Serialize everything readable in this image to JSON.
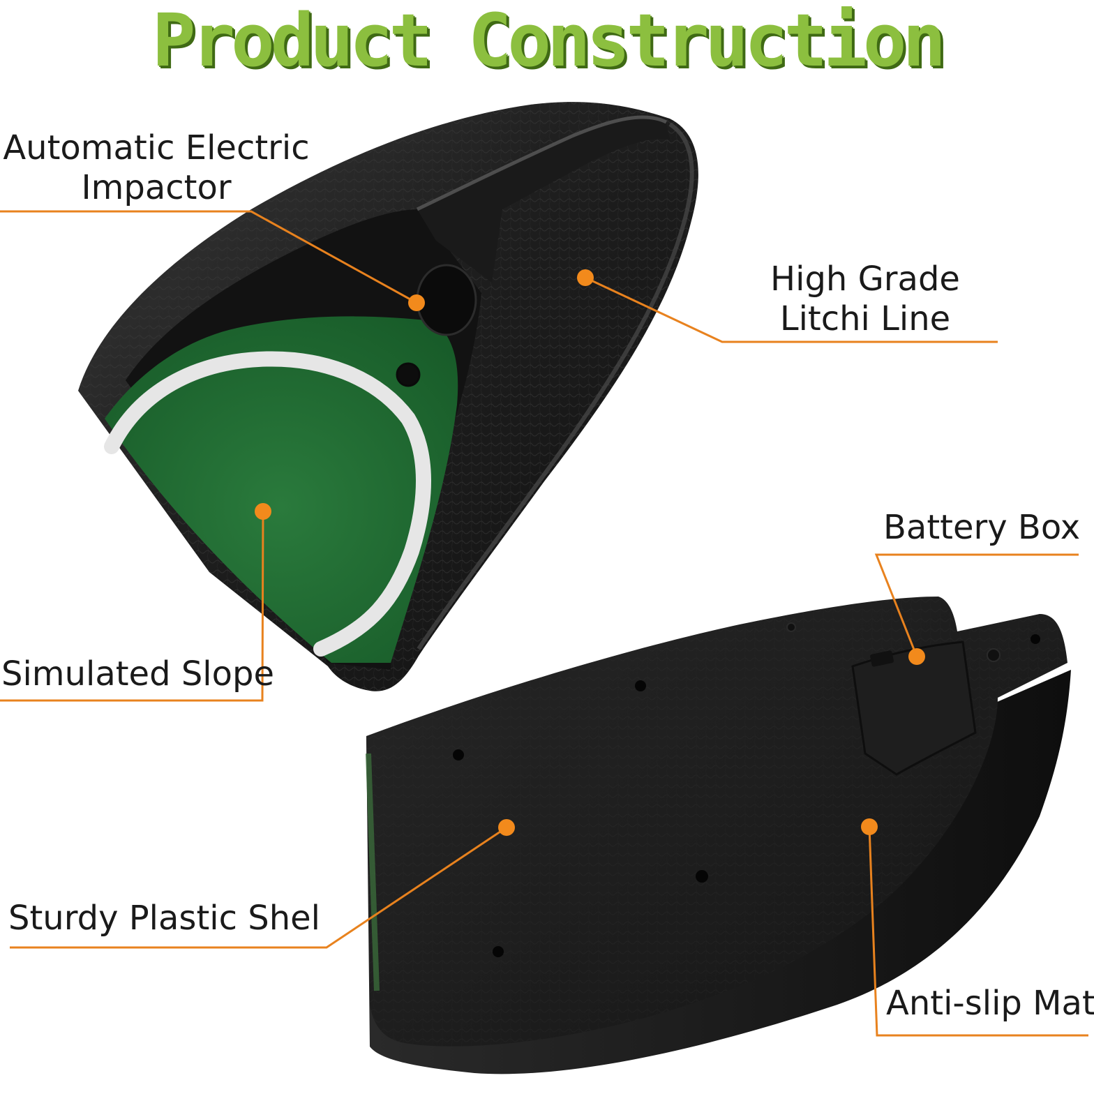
{
  "title": "Product Construction",
  "colors": {
    "title_green": "#8cbf3f",
    "title_shadow": "#3f6a14",
    "leader_orange": "#e8821e",
    "dot_orange": "#f28a1c",
    "turf_green": "#1f6b32",
    "shell_black": "#1c1c1c"
  },
  "callouts": {
    "impactor": {
      "line1": "Automatic Electric",
      "line2": "Impactor"
    },
    "litchi": {
      "line1": "High Grade",
      "line2": "Litchi Line"
    },
    "slope": {
      "label": "Simulated Slope"
    },
    "battery": {
      "label": "Battery Box"
    },
    "shell": {
      "label": "Sturdy Plastic Shel"
    },
    "mat": {
      "label": "Anti-slip Mat"
    }
  }
}
